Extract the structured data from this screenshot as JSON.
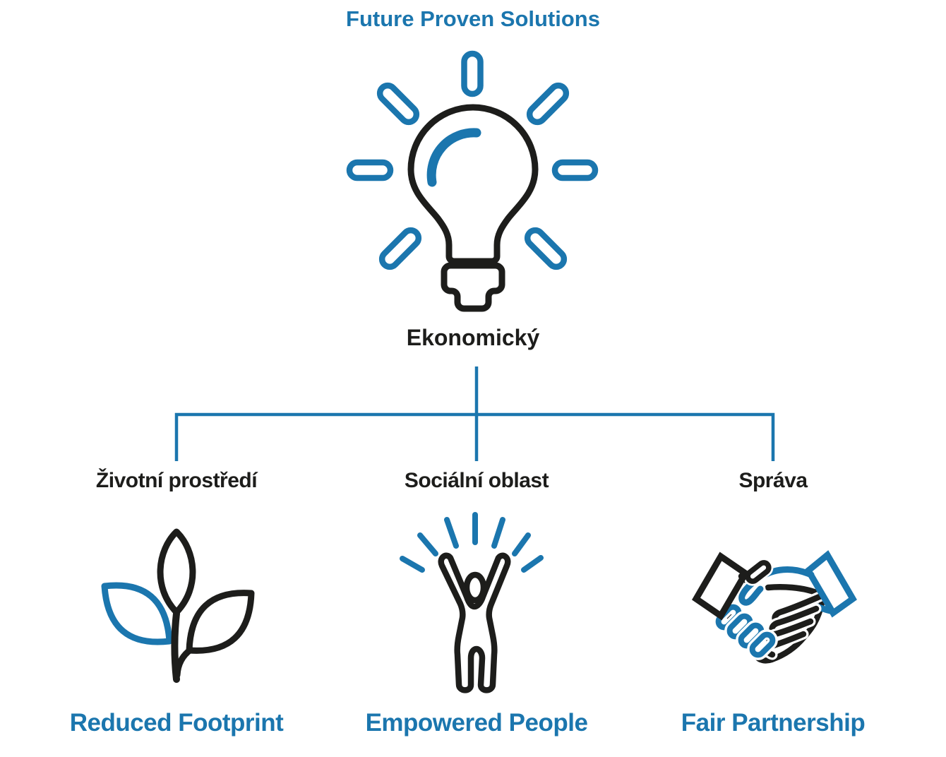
{
  "title": "Future Proven Solutions",
  "colors": {
    "blue": "#1B76AE",
    "black": "#1D1D1B",
    "background": "#FFFFFF"
  },
  "root": {
    "label": "Ekonomický",
    "icon": "lightbulb-rays-icon"
  },
  "branches": [
    {
      "id": "environment",
      "label": "Životní prostředí",
      "icon": "plant-leaves-icon",
      "caption": "Reduced Footprint"
    },
    {
      "id": "social",
      "label": "Sociální oblast",
      "icon": "empowered-person-icon",
      "caption": "Empowered People"
    },
    {
      "id": "governance",
      "label": "Správa",
      "icon": "handshake-icon",
      "caption": "Fair Partnership"
    }
  ]
}
